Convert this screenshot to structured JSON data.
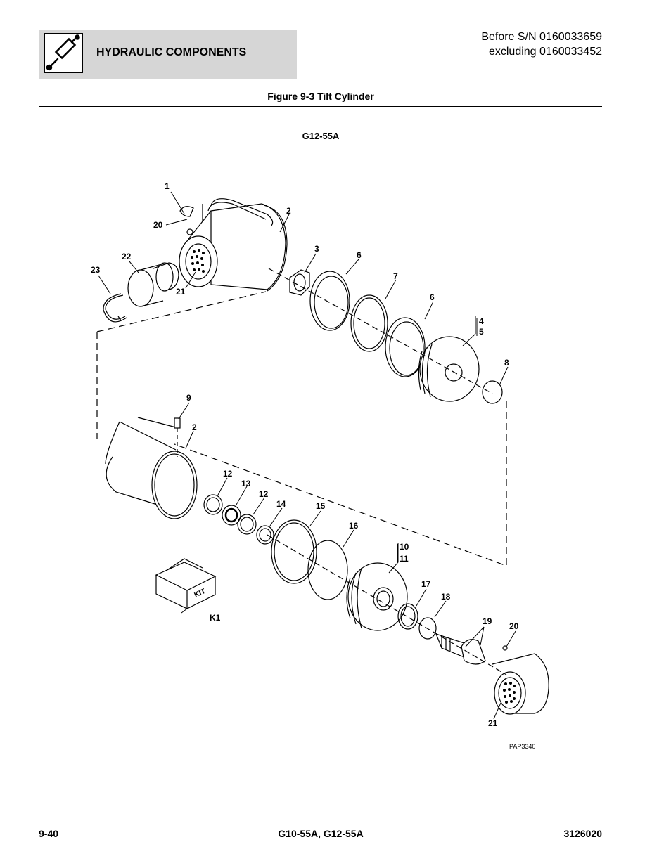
{
  "header": {
    "section_title": "HYDRAULIC COMPONENTS",
    "serial_line1": "Before S/N 0160033659",
    "serial_line2": "excluding 0160033452"
  },
  "figure": {
    "title": "Figure 9-3 Tilt Cylinder",
    "model": "G12-55A",
    "drawing_id": "PAP3340",
    "kit_label": "KIT"
  },
  "callouts": {
    "c1": "1",
    "c2a": "2",
    "c20a": "20",
    "c3": "3",
    "c6a": "6",
    "c22": "22",
    "c23": "23",
    "c21a": "21",
    "c7": "7",
    "c6b": "6",
    "c4": "4",
    "c5": "5",
    "c8": "8",
    "c9": "9",
    "c2b": "2",
    "c12a": "12",
    "c13": "13",
    "c12b": "12",
    "c14": "14",
    "c15": "15",
    "c16": "16",
    "c10": "10",
    "c11": "11",
    "c17": "17",
    "c18": "18",
    "c19": "19",
    "c20b": "20",
    "ck1": "K1",
    "c21b": "21"
  },
  "footer": {
    "page_number": "9-40",
    "models": "G10-55A, G12-55A",
    "doc_number": "3126020"
  }
}
